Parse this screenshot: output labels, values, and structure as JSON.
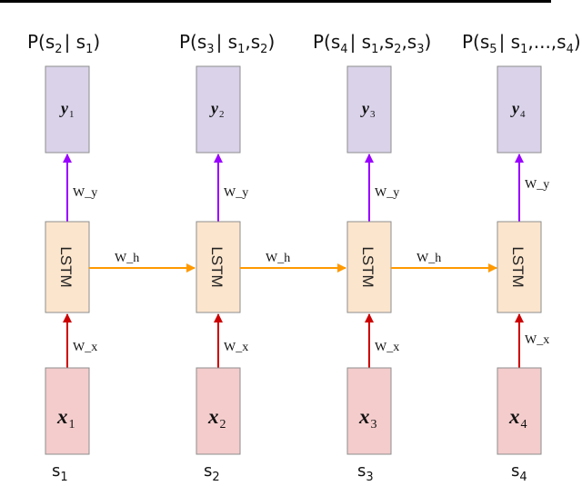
{
  "colors": {
    "top_rule": "#000000",
    "output_box": "#d9d2e9",
    "lstm_box": "#fce5cd",
    "input_box": "#f4cccc",
    "box_border": "#8e8e8e",
    "output_arrow": "#9900ff",
    "hidden_arrow": "#ff9900",
    "input_arrow": "#cc0000"
  },
  "lstm_label": "LSTM",
  "weights": {
    "output": "W_y",
    "hidden": "W_h",
    "input": "W_x"
  },
  "steps": [
    {
      "prob": {
        "head": "P(s",
        "sub1": "2",
        "mid": "| s",
        "sub2": "1",
        "tail": ")"
      },
      "output": {
        "sym": "y",
        "sub": "1"
      },
      "input": {
        "sym": "x",
        "sub": "1"
      },
      "seq": {
        "sym": "s",
        "sub": "1"
      }
    },
    {
      "prob": {
        "head": "P(s",
        "sub1": "3",
        "mid": "| s",
        "sub2": "1",
        "mid2": ",s",
        "sub3": "2",
        "tail": ")"
      },
      "output": {
        "sym": "y",
        "sub": "2"
      },
      "input": {
        "sym": "x",
        "sub": "2"
      },
      "seq": {
        "sym": "s",
        "sub": "2"
      }
    },
    {
      "prob": {
        "head": "P(s",
        "sub1": "4",
        "mid": "| s",
        "sub2": "1",
        "mid2": ",s",
        "sub3": "2",
        "mid3": ",s",
        "sub4": "3",
        "tail": ")"
      },
      "output": {
        "sym": "y",
        "sub": "3"
      },
      "input": {
        "sym": "x",
        "sub": "3"
      },
      "seq": {
        "sym": "s",
        "sub": "3"
      }
    },
    {
      "prob": {
        "head": "P(s",
        "sub1": "5",
        "mid": "| s",
        "sub2": "1",
        "mid2": ",...,s",
        "sub3": "4",
        "tail": ")"
      },
      "output": {
        "sym": "y",
        "sub": "4"
      },
      "input": {
        "sym": "x",
        "sub": "4"
      },
      "seq": {
        "sym": "s",
        "sub": "4"
      }
    }
  ]
}
